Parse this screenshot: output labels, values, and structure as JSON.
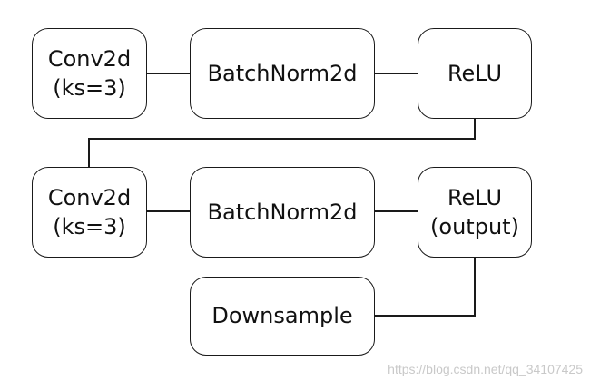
{
  "row1": {
    "conv": {
      "line1": "Conv2d",
      "line2": "(ks=3)"
    },
    "batchnorm": {
      "label": "BatchNorm2d"
    },
    "relu": {
      "label": "ReLU"
    }
  },
  "row2": {
    "conv": {
      "line1": "Conv2d",
      "line2": "(ks=3)"
    },
    "batchnorm": {
      "label": "BatchNorm2d"
    },
    "relu": {
      "line1": "ReLU",
      "line2": "(output)"
    }
  },
  "downsample": {
    "label": "Downsample"
  },
  "watermark": "https://blog.csdn.net/qq_34107425"
}
